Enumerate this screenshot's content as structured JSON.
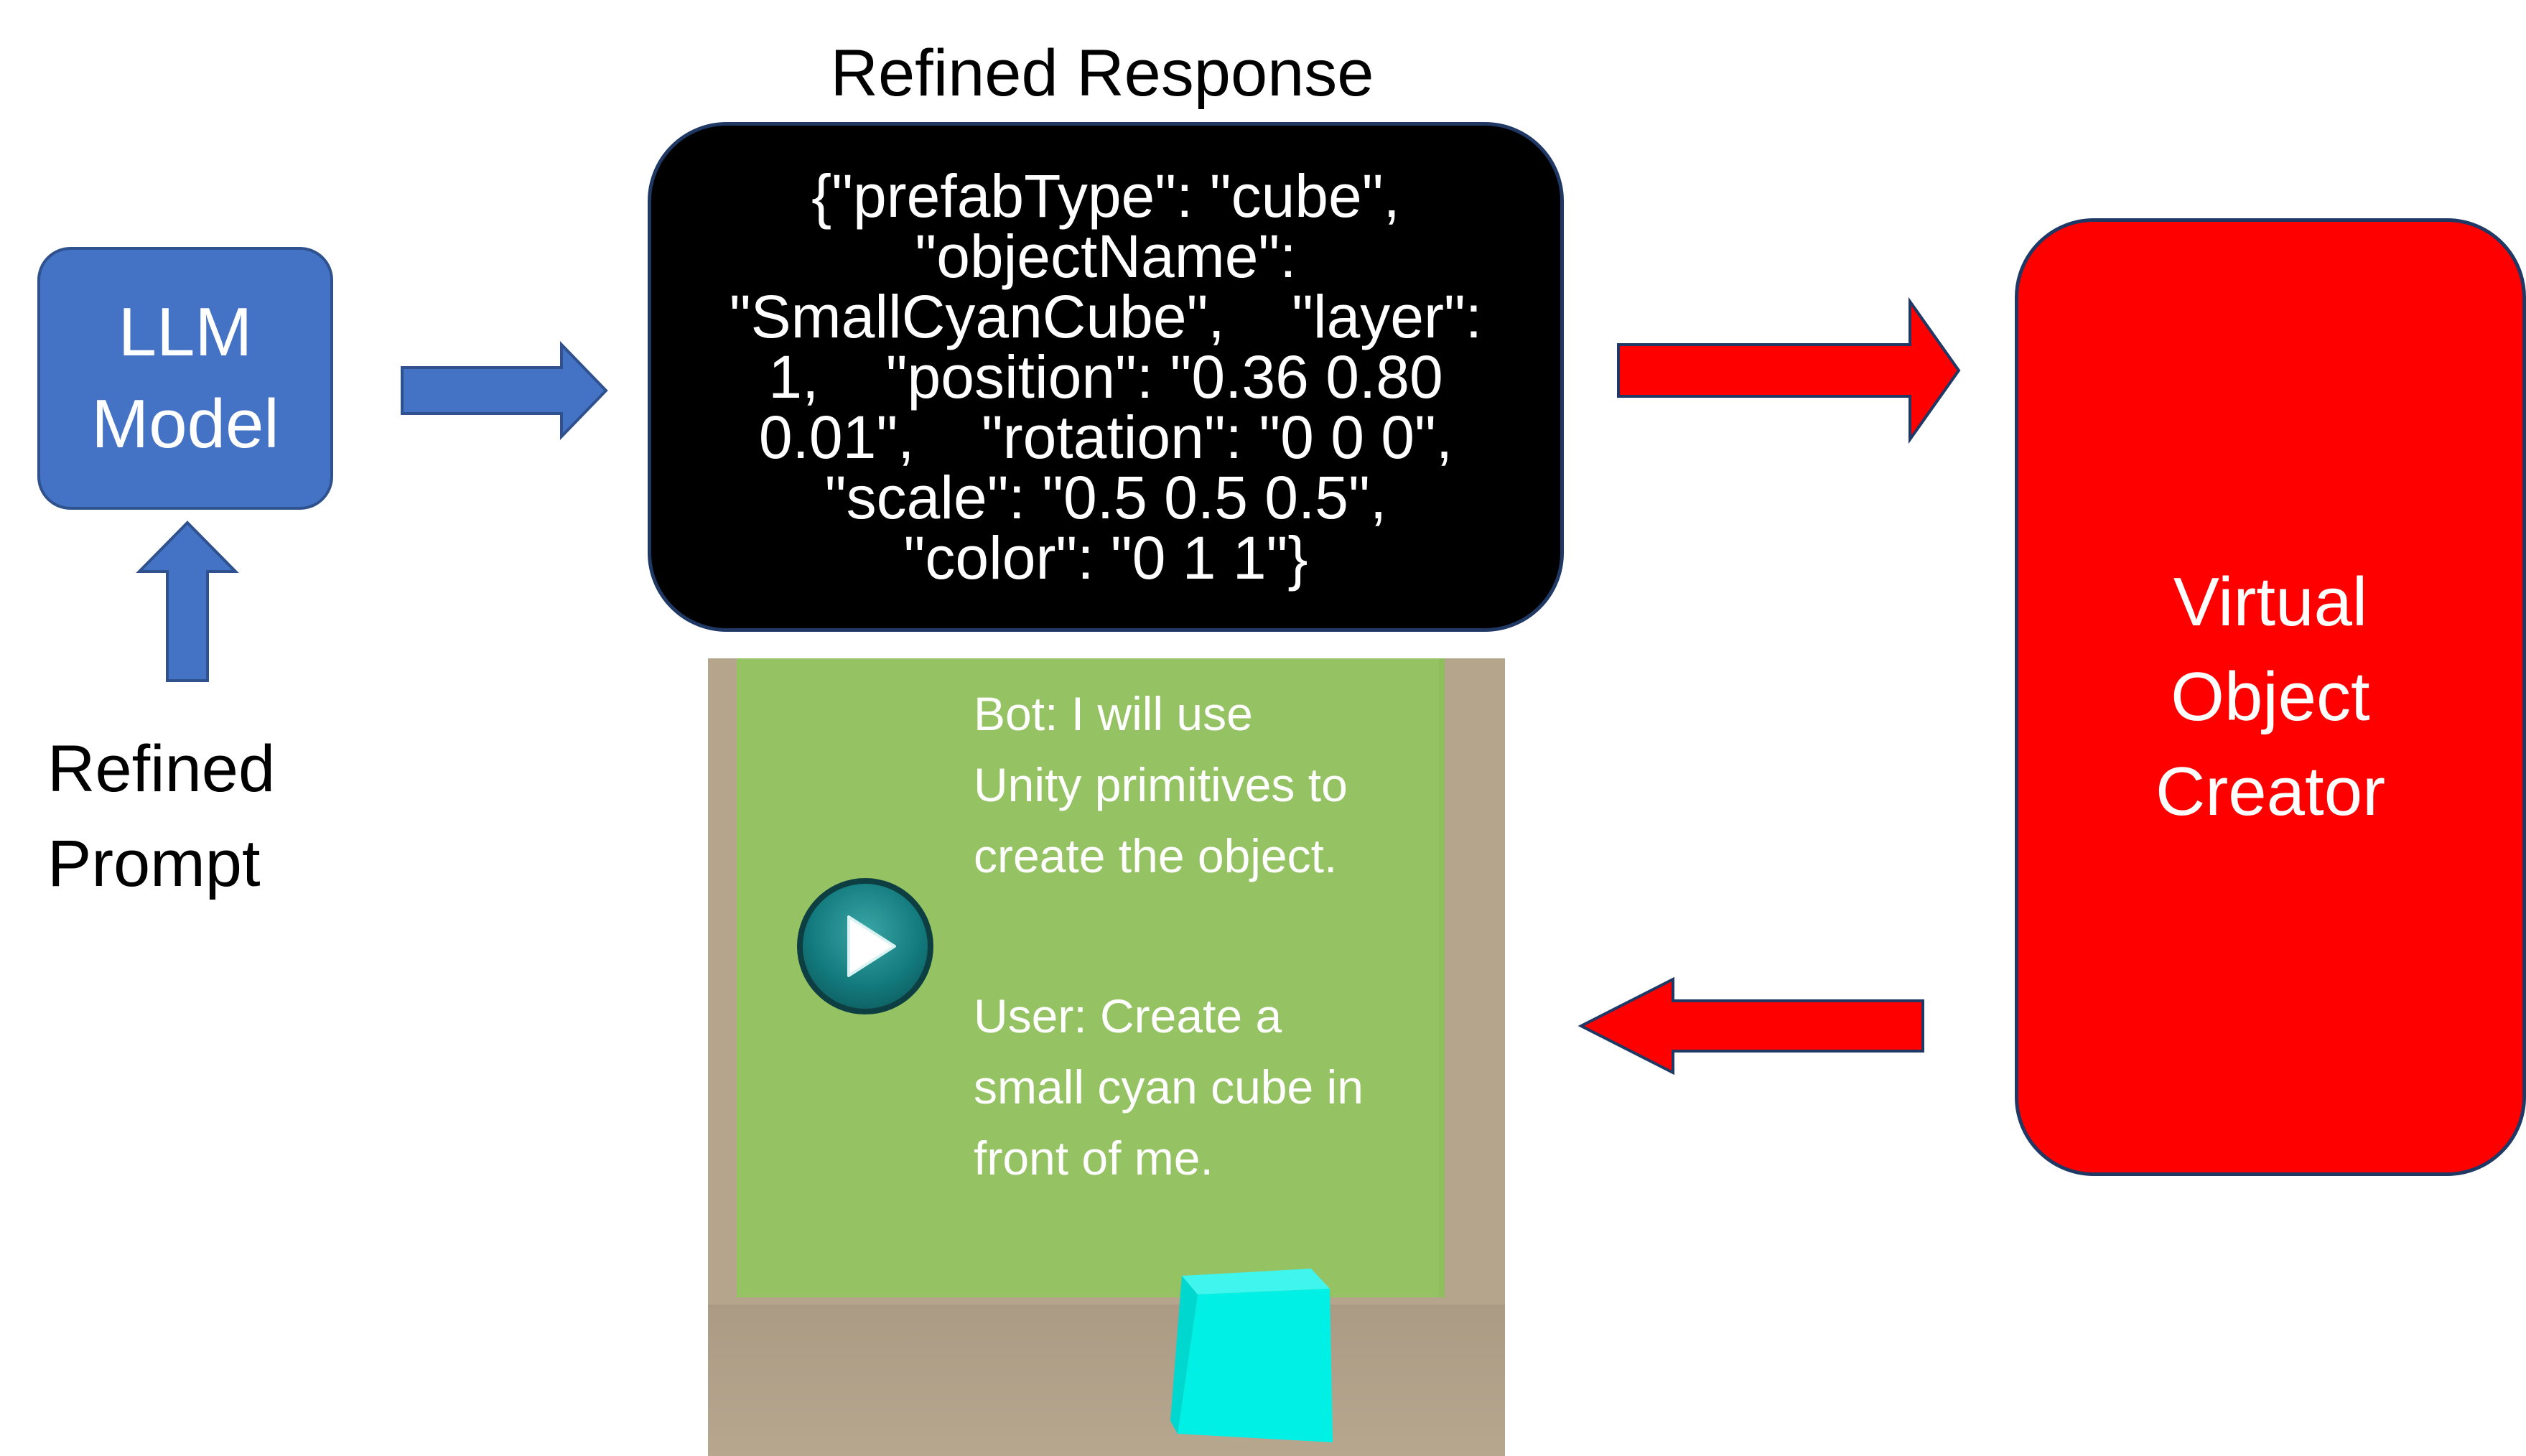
{
  "llm_model": {
    "line1": "LLM",
    "line2": "Model"
  },
  "refined_prompt": {
    "line1": "Refined",
    "line2": "Prompt"
  },
  "refined_response": {
    "title": "Refined Response",
    "json_text": "{\"prefabType\": \"cube\",\n\"objectName\":\n\"SmallCyanCube\",    \"layer\":\n1,    \"position\": \"0.36 0.80\n0.01\",    \"rotation\": \"0 0 0\",\n\"scale\": \"0.5 0.5 0.5\",\n\"color\": \"0 1 1\"}"
  },
  "virtual_object_creator": {
    "line1": "Virtual",
    "line2": "Object",
    "line3": "Creator"
  },
  "chat": {
    "bot_line1": "Bot: I will use",
    "bot_line2": "Unity primitives to",
    "bot_line3": "create the object.",
    "user_line1": "User: Create a",
    "user_line2": "small cyan cube in",
    "user_line3": "front of me."
  },
  "colors": {
    "llm_blue": "#4472c4",
    "arrow_red": "#ff0000",
    "creator_red": "#ff0000",
    "json_bg": "#000000",
    "panel_green": "#95c263",
    "cube_cyan": "#00f0e6"
  },
  "icons": {
    "play": "play-icon"
  }
}
